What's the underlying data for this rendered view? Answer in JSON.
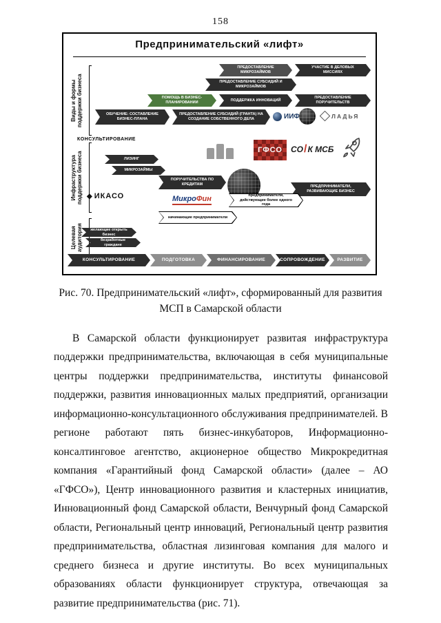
{
  "page": {
    "number": "158"
  },
  "figure": {
    "title": "Предпринимательский  «лифт»",
    "side_labels": [
      "Виды и формы поддержки бизнеса",
      "Инфраструктура поддержки бизнеса",
      "Целевая аудитория"
    ],
    "consulting_label": "КОНСУЛЬТИРОВАНИЕ",
    "arrows": [
      "ПРЕДОСТАВЛЕНИЕ МИКРОЗАЙМОВ",
      "УЧАСТИЕ В ДЕЛОВЫХ МИССИЯХ",
      "ПРЕДОСТАВЛЕНИЕ СУБСИДИЙ И МИКРОЗАЙМОВ",
      "ПОМОЩЬ В БИЗНЕС-ПЛАНИРОВАНИИ",
      "ПОДДЕРЖКА ИННОВАЦИЙ",
      "ПРЕДОСТАВЛЕНИЕ ПОРУЧИТЕЛЬСТВ",
      "ОБУЧЕНИЕ: СОСТАВЛЕНИЕ БИЗНЕС-ПЛАНА",
      "ПРЕДОСТАВЛЕНИЕ СУБСИДИЙ (ГРАНТА) НА СОЗДАНИЕ СОБСТВЕННОГО ДЕЛА",
      "ЛИЗИНГ",
      "МИКРОЗАЙМЫ",
      "ПОРУЧИТЕЛЬСТВА ПО КРЕДИТАМ",
      "ПРЕДПРИНИМАТЕЛИ, РАЗВИВАЮЩИЕ БИЗНЕС",
      "предприниматели, действующие более одного года",
      "начинающие предприниматели",
      "желающие открыть бизнес",
      "безработные граждане"
    ],
    "logos": {
      "iif": "ИИФ",
      "ladya": "ЛАДЬЯ",
      "gfso": "ГФСО",
      "sofk_left": "СО",
      "sofk_slash": "/",
      "sofk_right": "К МСБ",
      "mikrofin_left": "Микро",
      "mikrofin_right": "Фин",
      "ikaso": "ИКАСО",
      "ikaso_diamond": "◆"
    },
    "stages": [
      "КОНСУЛЬТИРОВАНИЕ",
      "ПОДГОТОВКА",
      "ФИНАНСИРОВАНИЕ",
      "СОПРОВОЖДЕНИЕ",
      "РАЗВИТИЕ"
    ],
    "caption_lines": [
      "Рис. 70. Предпринимательский «лифт», сформированный для развития",
      "МСП в Самарской области"
    ]
  },
  "body": {
    "paragraph": "В Самарской области функционирует развитая инфраструктура поддержки предпринимательства, включающая в себя муниципальные центры поддержки предпринимательства, институты финансовой поддержки, развития инновационных малых предприятий, организации информационно-консультационного обслуживания предпринимателей. В регионе работают пять бизнес-инкубаторов, Информационно-консалтинговое агентство, акционерное общество Микрокредитная компания «Гарантийный фонд Самарской области» (далее – АО «ГФСО»), Центр инновационного развития и кластерных инициатив, Инновационный фонд Самарской области, Венчурный фонд Самарской области, Региональный центр инноваций, Региональный центр развития предпринимательства, областная лизинговая компания для малого и среднего бизнеса и другие институты. Во всех муниципальных образованиях области функционирует структура, отвечающая за развитие предпринимательства (рис. 71)."
  }
}
